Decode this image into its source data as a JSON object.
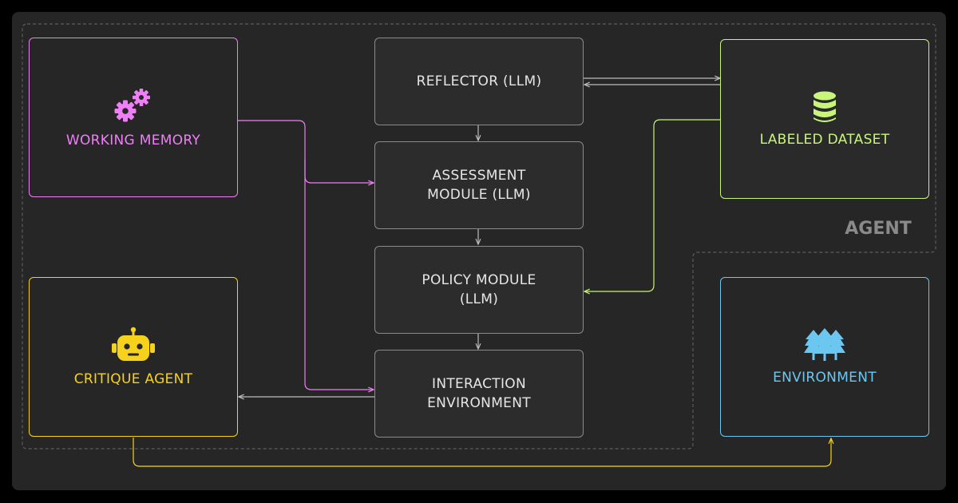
{
  "region": {
    "label": "AGENT"
  },
  "modules": {
    "reflector": [
      "REFLECTOR (LLM)"
    ],
    "assessment": [
      "ASSESSMENT",
      "MODULE (LLM)"
    ],
    "policy": [
      "POLICY MODULE",
      "(LLM)"
    ],
    "interaction": [
      "INTERACTION",
      "ENVIRONMENT"
    ]
  },
  "nodes": {
    "working_memory": {
      "label": "WORKING MEMORY",
      "icon": "gears-icon",
      "color": "#ee7ff6"
    },
    "labeled_dataset": {
      "label": "LABELED DATASET",
      "icon": "database-icon",
      "color": "#c8f57a"
    },
    "critique_agent": {
      "label": "CRITIQUE AGENT",
      "icon": "robot-icon",
      "color": "#f7d21c"
    },
    "environment": {
      "label": "ENVIRONMENT",
      "icon": "trees-icon",
      "color": "#6cc7f0"
    }
  },
  "colors": {
    "module_border": "#8a8a8a",
    "panel": "#262626",
    "backdrop": "#000000",
    "text": "#e6e6e6"
  }
}
